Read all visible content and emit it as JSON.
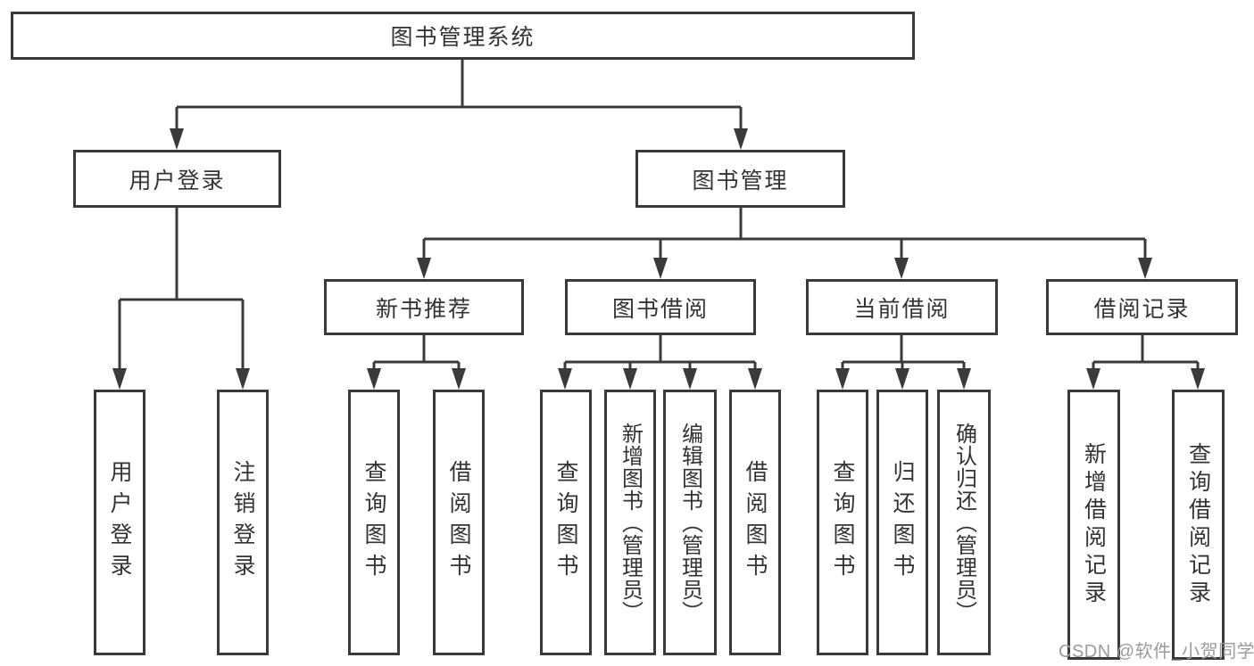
{
  "diagram": {
    "title": "图书管理系统",
    "watermark": "CSDN @软件_小贺同学",
    "colors": {
      "line": "#3a3a3a",
      "text": "#333333",
      "box_background": "#ffffff",
      "watermark": "#9b9b9b"
    },
    "nodes": {
      "root": {
        "label": "图书管理系统",
        "level": 1
      },
      "user_login": {
        "label": "用户登录",
        "level": 2,
        "parent": "root"
      },
      "book_mgmt": {
        "label": "图书管理",
        "level": 2,
        "parent": "root"
      },
      "new_books": {
        "label": "新书推荐",
        "level": 3,
        "parent": "book_mgmt"
      },
      "book_borrow": {
        "label": "图书借阅",
        "level": 3,
        "parent": "book_mgmt"
      },
      "current_borrow": {
        "label": "当前借阅",
        "level": 3,
        "parent": "book_mgmt"
      },
      "borrow_records": {
        "label": "借阅记录",
        "level": 3,
        "parent": "book_mgmt"
      },
      "login_action": {
        "label": "用户登录",
        "level": 4,
        "parent": "user_login"
      },
      "logout_action": {
        "label": "注销登录",
        "level": 4,
        "parent": "user_login"
      },
      "nb_query_books": {
        "label": "查询图书",
        "level": 4,
        "parent": "new_books"
      },
      "nb_borrow_books": {
        "label": "借阅图书",
        "level": 4,
        "parent": "new_books"
      },
      "bb_query_books": {
        "label": "查询图书",
        "level": 4,
        "parent": "book_borrow"
      },
      "bb_add_books": {
        "label": "新增图书（管理员）",
        "level": 4,
        "parent": "book_borrow"
      },
      "bb_edit_books": {
        "label": "编辑图书（管理员）",
        "level": 4,
        "parent": "book_borrow"
      },
      "bb_borrow_books": {
        "label": "借阅图书",
        "level": 4,
        "parent": "book_borrow"
      },
      "cb_query_books": {
        "label": "查询图书",
        "level": 4,
        "parent": "current_borrow"
      },
      "cb_return_books": {
        "label": "归还图书",
        "level": 4,
        "parent": "current_borrow"
      },
      "cb_confirm_return": {
        "label": "确认归还（管理员）",
        "level": 4,
        "parent": "current_borrow"
      },
      "br_add_record": {
        "label": "新增借阅记录",
        "level": 4,
        "parent": "borrow_records"
      },
      "br_query_record": {
        "label": "查询借阅记录",
        "level": 4,
        "parent": "borrow_records"
      }
    }
  }
}
